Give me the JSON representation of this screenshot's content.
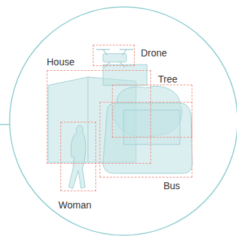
{
  "diagram": {
    "nodes": [
      {
        "text": [
          "Drone"
        ]
      },
      {
        "text": [
          "House"
        ]
      },
      {
        "text": [
          "Tree"
        ]
      },
      {
        "text": [
          "Bus"
        ]
      },
      {
        "text": [
          "Woman"
        ]
      }
    ]
  }
}
